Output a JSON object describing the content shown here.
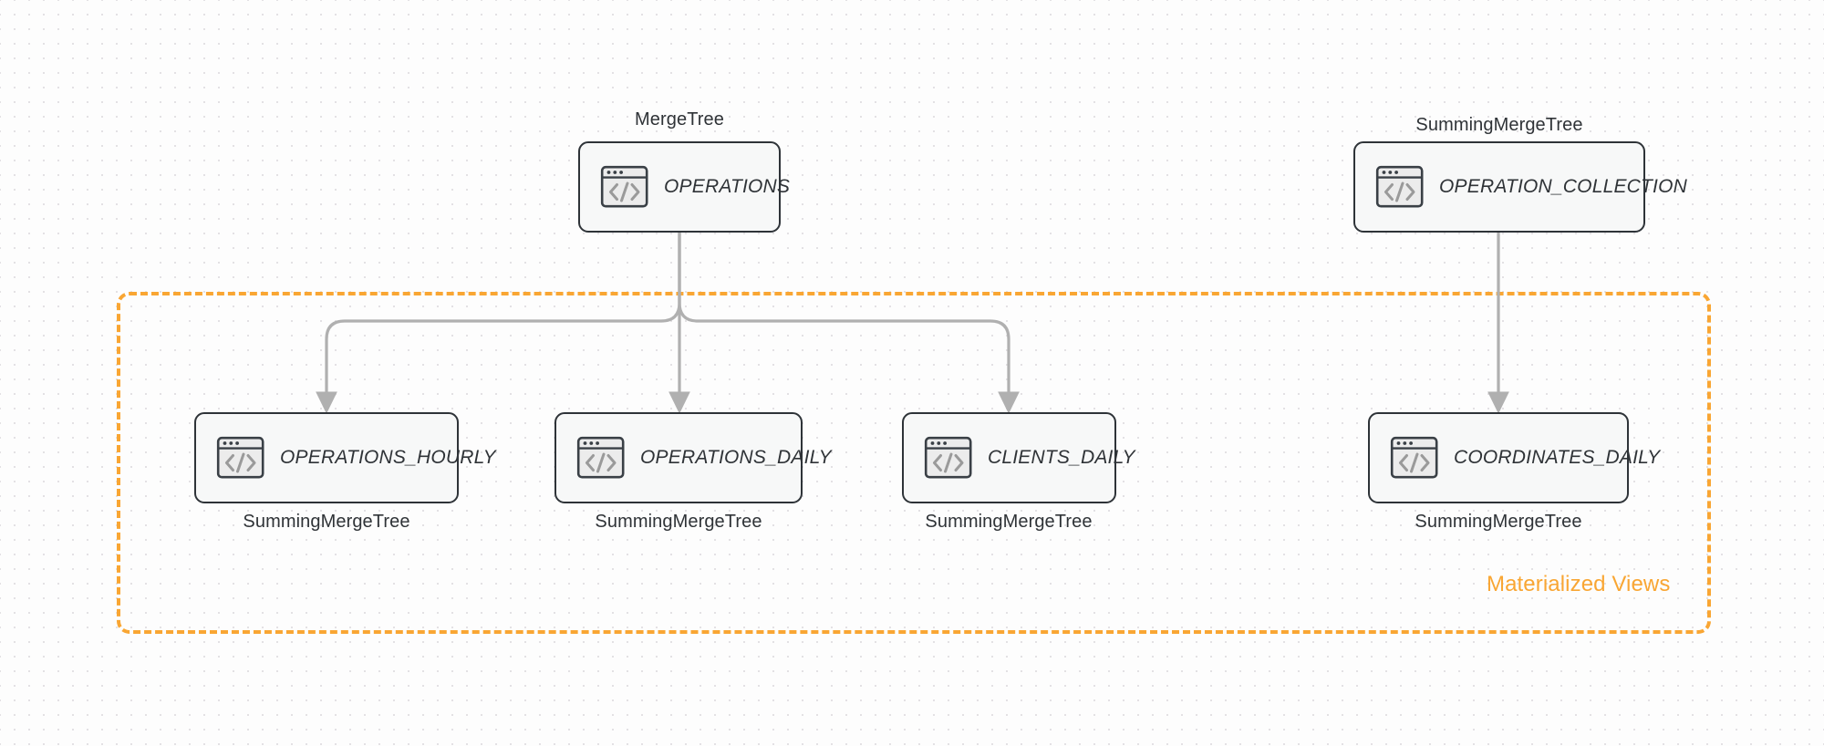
{
  "diagram": {
    "background_color": "#fdfdfd",
    "group": {
      "label": "Materialized Views",
      "color": "#f9a633"
    },
    "nodes": [
      {
        "id": "operations",
        "label": "OPERATIONS",
        "engine": "MergeTree",
        "engine_position": "above",
        "icon": "code-window-icon"
      },
      {
        "id": "operation_collection",
        "label": "OPERATION_COLLECTION",
        "engine": "SummingMergeTree",
        "engine_position": "above",
        "icon": "code-window-icon"
      },
      {
        "id": "operations_hourly",
        "label": "OPERATIONS_HOURLY",
        "engine": "SummingMergeTree",
        "engine_position": "below",
        "icon": "code-window-icon"
      },
      {
        "id": "operations_daily",
        "label": "OPERATIONS_DAILY",
        "engine": "SummingMergeTree",
        "engine_position": "below",
        "icon": "code-window-icon"
      },
      {
        "id": "clients_daily",
        "label": "CLIENTS_DAILY",
        "engine": "SummingMergeTree",
        "engine_position": "below",
        "icon": "code-window-icon"
      },
      {
        "id": "coordinates_daily",
        "label": "COORDINATES_DAILY",
        "engine": "SummingMergeTree",
        "engine_position": "below",
        "icon": "code-window-icon"
      }
    ],
    "edges": [
      {
        "from": "operations",
        "to": "operations_hourly"
      },
      {
        "from": "operations",
        "to": "operations_daily"
      },
      {
        "from": "operations",
        "to": "clients_daily"
      },
      {
        "from": "operation_collection",
        "to": "coordinates_daily"
      }
    ],
    "edge_color": "#b0b0b0"
  }
}
